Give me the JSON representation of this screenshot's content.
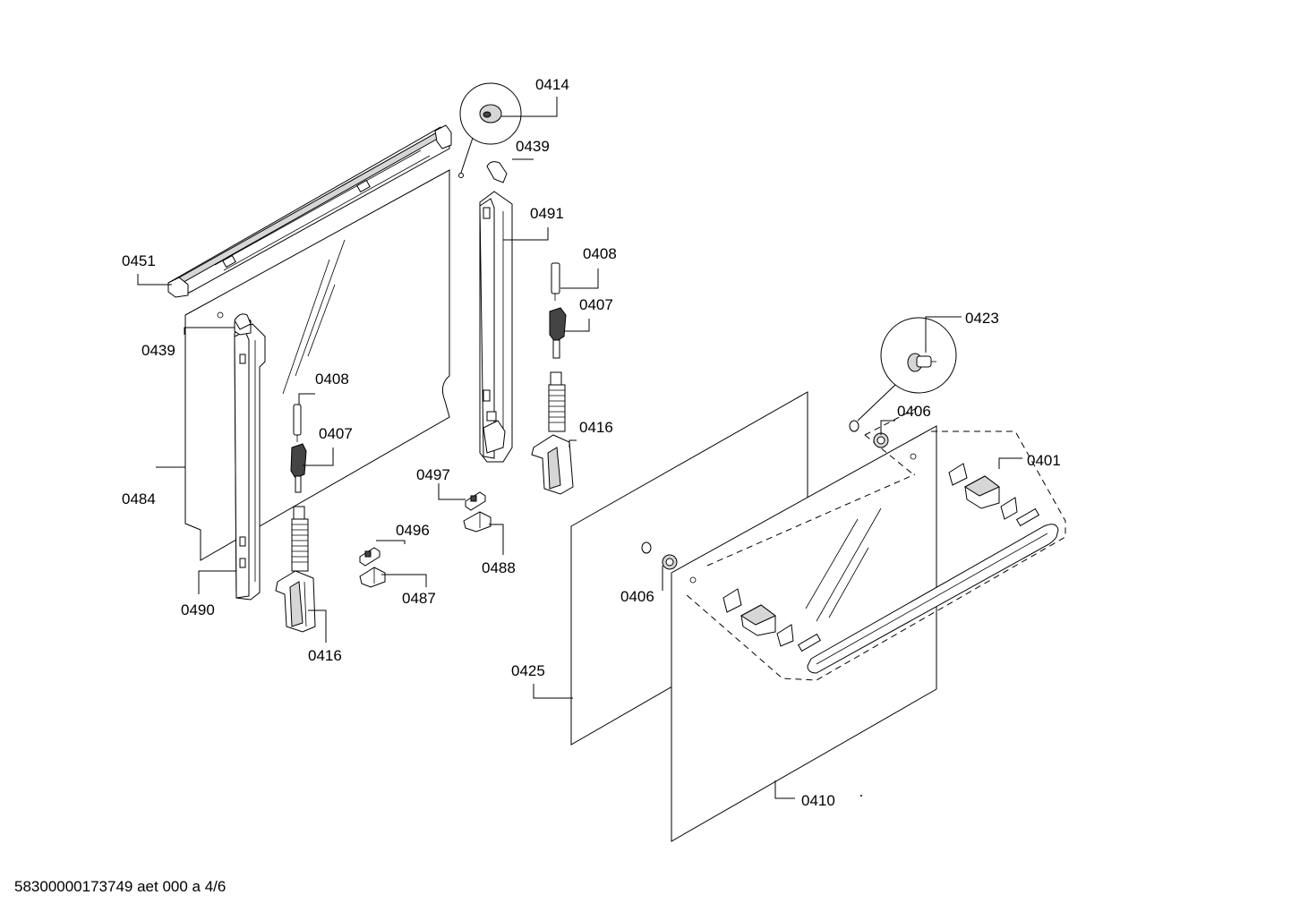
{
  "labels": {
    "p0414": "0414",
    "p0439_top": "0439",
    "p0491": "0491",
    "p0408_top": "0408",
    "p0407_top": "0407",
    "p0423": "0423",
    "p0406_top": "0406",
    "p0401": "0401",
    "p0416_top": "0416",
    "p0451": "0451",
    "p0439_left": "0439",
    "p0408_left": "0408",
    "p0407_left": "0407",
    "p0484": "0484",
    "p0490": "0490",
    "p0416_bottom": "0416",
    "p0497": "0497",
    "p0496": "0496",
    "p0488": "0488",
    "p0487": "0487",
    "p0406_bottom": "0406",
    "p0425": "0425",
    "p0410": "0410"
  },
  "footer": "58300000173749 aet 000 a 4/6"
}
